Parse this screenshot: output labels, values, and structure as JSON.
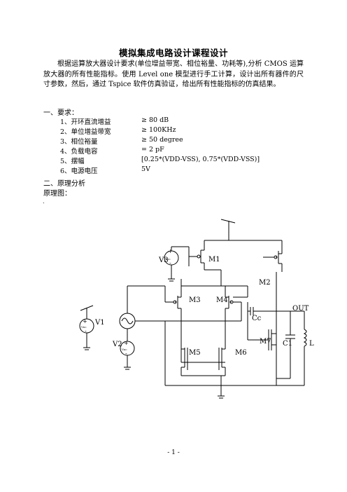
{
  "document": {
    "title": "模拟集成电路设计课程设计",
    "intro": "根据运算放大器设计要求(单位增益带宽、相位裕量、功耗等),分析 CMOS 运算放大器的所有性能指标。使用 Level one 模型进行手工计算，设计出所有器件的尺寸参数，然后，通过 Tspice 软件仿真验证，给出所有性能指标的仿真结果。",
    "section1": "一、要求：",
    "requirements": [
      {
        "label": "1、开环直流增益",
        "value": "≥  80 dB"
      },
      {
        "label": "2、单位增益带宽",
        "value": "≥  100KHz"
      },
      {
        "label": "3、相位裕量",
        "value": "≥  50 degree"
      },
      {
        "label": "4、负载电容",
        "value": "= 2 pF"
      },
      {
        "label": "5、摆幅",
        "value": "[0.25*(VDD-VSS), 0.75*(VDD-VSS)]"
      },
      {
        "label": "6、电源电压",
        "value": "5V"
      }
    ],
    "section2": "二、原理分析",
    "diagram_caption": "原理图：",
    "stray_mark": ".",
    "page_number": "- 1 -"
  },
  "schematic": {
    "labels": {
      "v3": "V3",
      "m1": "M1",
      "m2": "M2",
      "m3": "M3",
      "m4": "M4",
      "v1": "V1",
      "v2": "V2",
      "m5": "M5",
      "m6": "M6",
      "m7": "M7",
      "cc": "Cc",
      "c1": "C1",
      "l": "L",
      "out": "OUT",
      "vdc": "Vᴅᴄ",
      "plus": "+",
      "minus": "-"
    }
  }
}
